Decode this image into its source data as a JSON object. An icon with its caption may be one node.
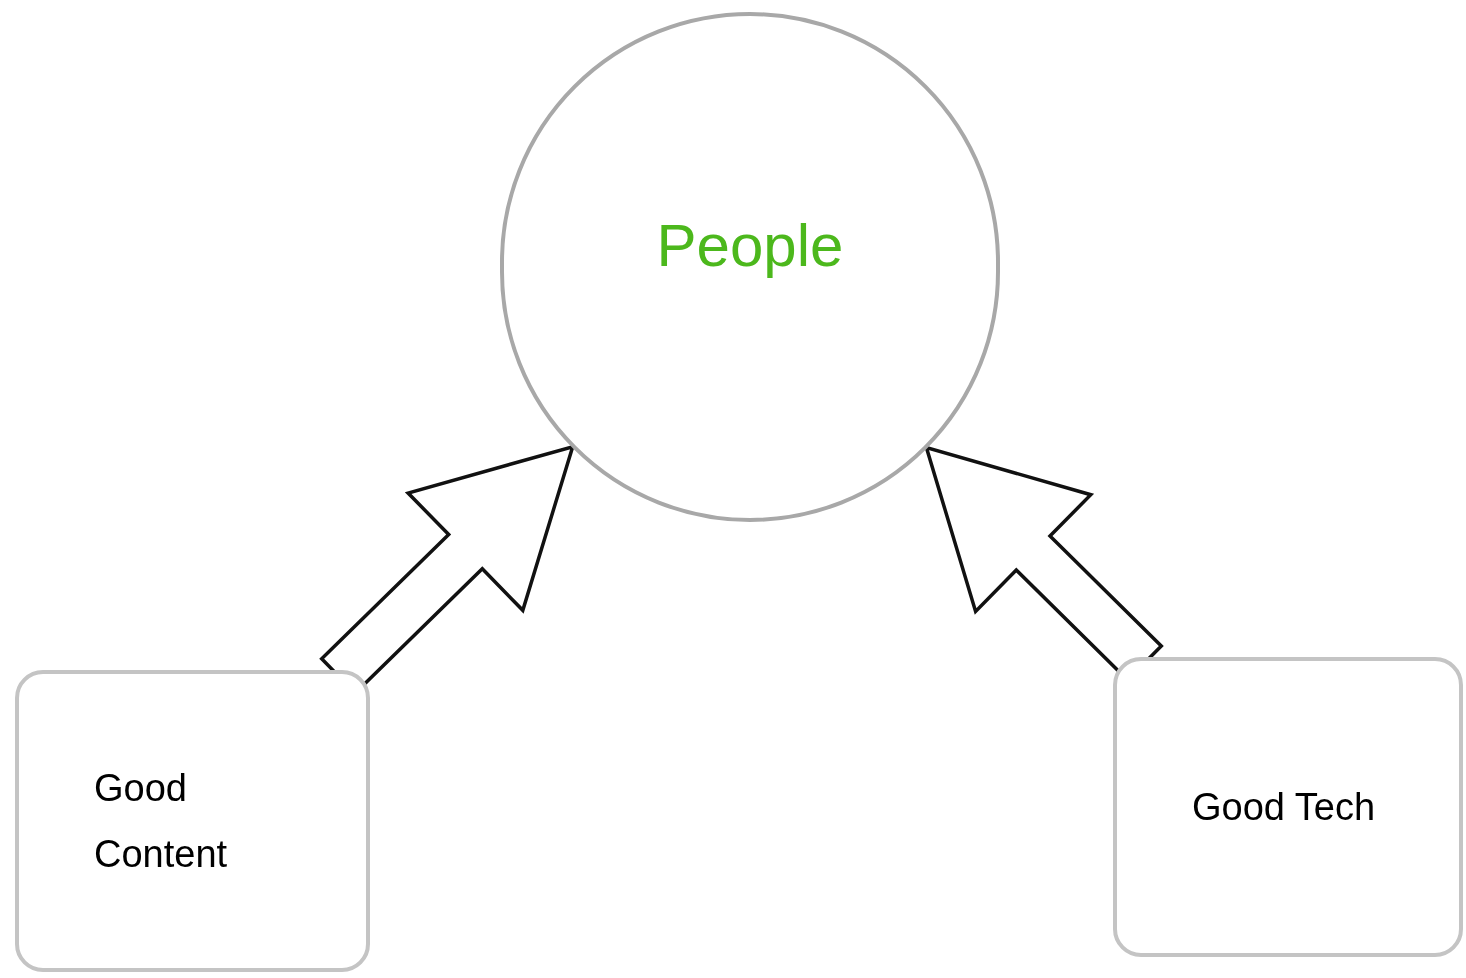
{
  "diagram": {
    "nodes": [
      {
        "text": [
          "People"
        ]
      },
      {
        "text": [
          "Good Content"
        ]
      },
      {
        "text": [
          "Good Tech"
        ]
      }
    ],
    "edges": [
      {
        "from": 1,
        "to": 0,
        "arrow": "to"
      },
      {
        "from": 2,
        "to": 0,
        "arrow": "to"
      }
    ]
  }
}
